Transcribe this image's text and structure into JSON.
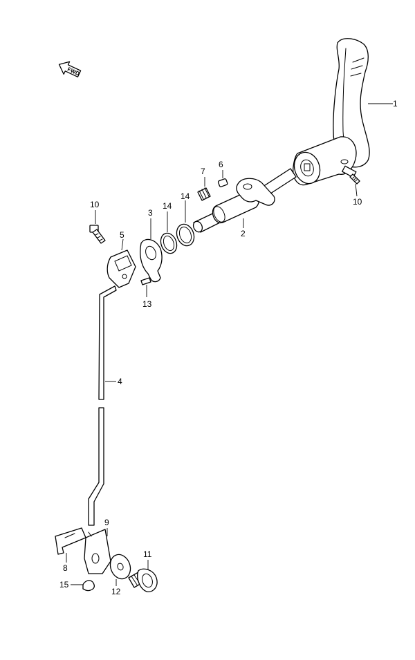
{
  "direction_badge": "FWD",
  "callouts": {
    "c1": "1",
    "c2": "2",
    "c3": "3",
    "c4": "4",
    "c5": "5",
    "c6": "6",
    "c7": "7",
    "c8": "8",
    "c9": "9",
    "c10a": "10",
    "c10b": "10",
    "c11": "11",
    "c12": "12",
    "c13": "13",
    "c14a": "14",
    "c14b": "14",
    "c15": "15"
  }
}
